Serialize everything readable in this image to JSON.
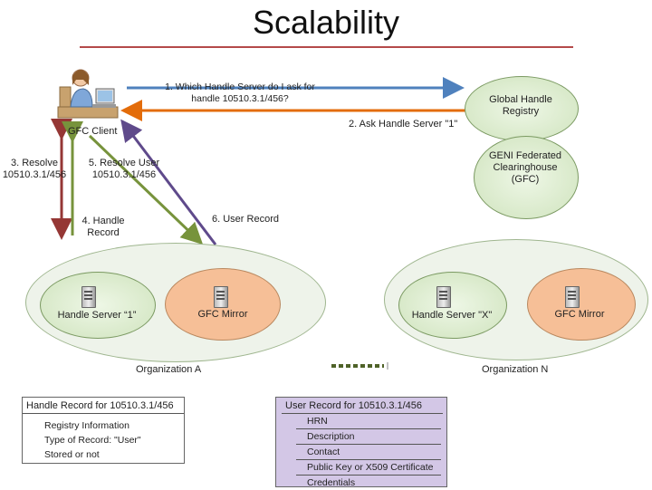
{
  "title": "Scalability",
  "gfc_client_label": "GFC Client",
  "arrows": {
    "a1": "1. Which Handle Server do I ask for handle 10510.3.1/456?",
    "a2": "2. Ask Handle Server \"1\"",
    "a3": "3. Resolve 10510.3.1/456",
    "a4": "4. Handle Record",
    "a5": "5. Resolve User 10510.3.1/456",
    "a6": "6. User Record"
  },
  "global_registry": "Global Handle Registry",
  "geni_ch": "GENI Federated Clearinghouse (GFC)",
  "org_a": {
    "label": "Organization A",
    "handle_server": "Handle Server “1”",
    "mirror": "GFC Mirror"
  },
  "org_n": {
    "label": "Organization N",
    "handle_server": "Handle Server \"X\"",
    "mirror": "GFC Mirror"
  },
  "handle_record": {
    "header": "Handle Record for 10510.3.1/456",
    "rows": [
      "Registry Information",
      "Type of Record: \"User\"",
      "Stored or not"
    ]
  },
  "user_record": {
    "header": "User Record for 10510.3.1/456",
    "rows": [
      "HRN",
      "Description",
      "Contact",
      "Public Key or X509 Certificate",
      "Credentials"
    ]
  },
  "colors": {
    "blue_arrow": "#4f81bd",
    "orange_arrow": "#e36c0a",
    "red_arrow": "#953735",
    "green_arrow": "#77933c",
    "purple_arrow": "#5f4a8b",
    "record_purple": "#d3c7e6"
  }
}
